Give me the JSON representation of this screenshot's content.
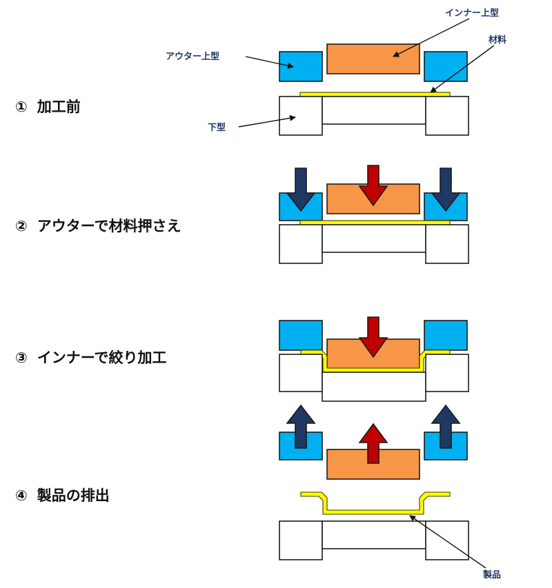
{
  "steps": [
    {
      "num": "①",
      "title": "加工前"
    },
    {
      "num": "②",
      "title": "アウターで材料押さえ"
    },
    {
      "num": "③",
      "title": "インナーで絞り加工"
    },
    {
      "num": "④",
      "title": "製品の排出"
    }
  ],
  "callouts": {
    "inner_upper": "インナー上型",
    "outer_upper": "アウター上型",
    "material": "材料",
    "lower_die": "下型",
    "product": "製品"
  },
  "colors": {
    "outer_upper": "#00b0f0",
    "inner_upper": "#f79646",
    "material": "#ffff00",
    "lower_die": "#ffffff",
    "arrow_outer": "#1f3864",
    "arrow_inner": "#c00000"
  }
}
